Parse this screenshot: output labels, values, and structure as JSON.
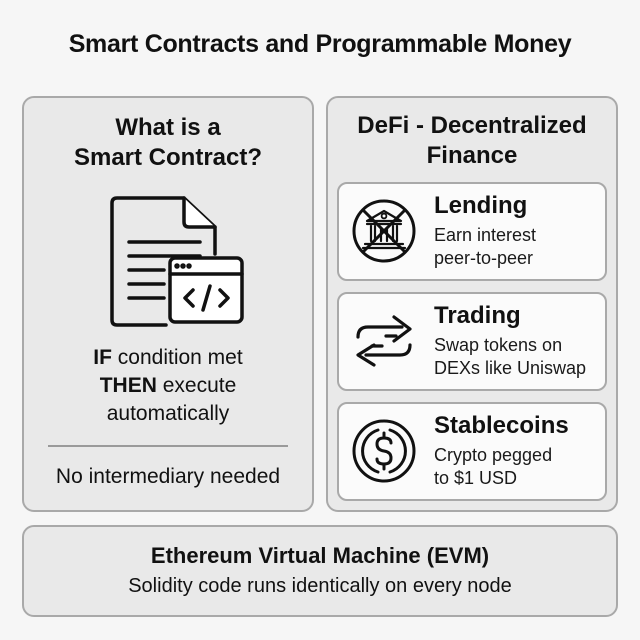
{
  "title": "Smart Contracts and Programmable Money",
  "left_card": {
    "title_line1": "What is a",
    "title_line2": "Smart Contract?",
    "icon": "document-code-icon",
    "rule": {
      "if_keyword": "IF",
      "if_text": " condition met",
      "then_keyword": "THEN",
      "then_text": " execute",
      "line3": "automatically"
    },
    "footer": "No intermediary needed"
  },
  "right_card": {
    "title_line1": "DeFi - Decentralized",
    "title_line2": "Finance",
    "items": [
      {
        "name": "Lending",
        "desc1": "Earn interest",
        "desc2": "peer-to-peer",
        "icon": "no-bank-icon"
      },
      {
        "name": "Trading",
        "desc1": "Swap tokens on",
        "desc2": "DEXs like Uniswap",
        "icon": "swap-arrows-icon"
      },
      {
        "name": "Stablecoins",
        "desc1": "Crypto pegged",
        "desc2": "to $1 USD",
        "icon": "dollar-coin-icon"
      }
    ]
  },
  "bottom_card": {
    "title": "Ethereum Virtual Machine (EVM)",
    "subtitle": "Solidity code runs identically on every node"
  }
}
